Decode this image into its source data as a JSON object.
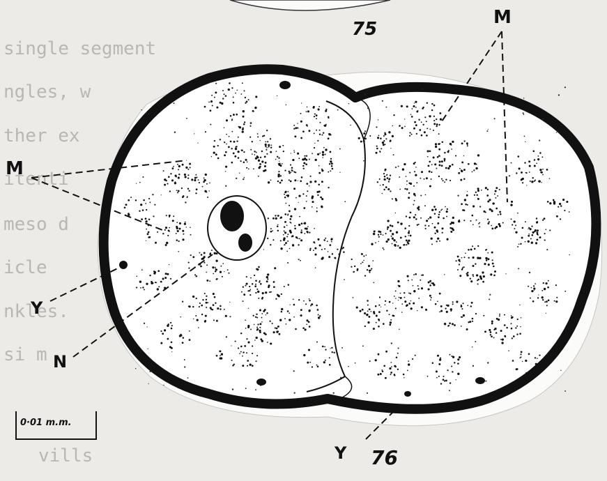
{
  "figure": {
    "numbers": {
      "top": "75",
      "bottom": "76"
    },
    "labels": {
      "m_left": "M",
      "m_right": "M",
      "y_left": "Y",
      "y_bottom": "Y",
      "n": "N"
    },
    "scale_bar": "0·01 m.m.",
    "underlying_typed_text": [
      "single segment",
      "ngles, w",
      "ther ex",
      "itenti",
      "meso d",
      "icle",
      "nkles.",
      "si m",
      "vills"
    ],
    "colors": {
      "paper": "#ecebe8",
      "cutout": "#fbfbfa",
      "ink": "#111111",
      "faint_type": "#b9b7b2"
    }
  }
}
